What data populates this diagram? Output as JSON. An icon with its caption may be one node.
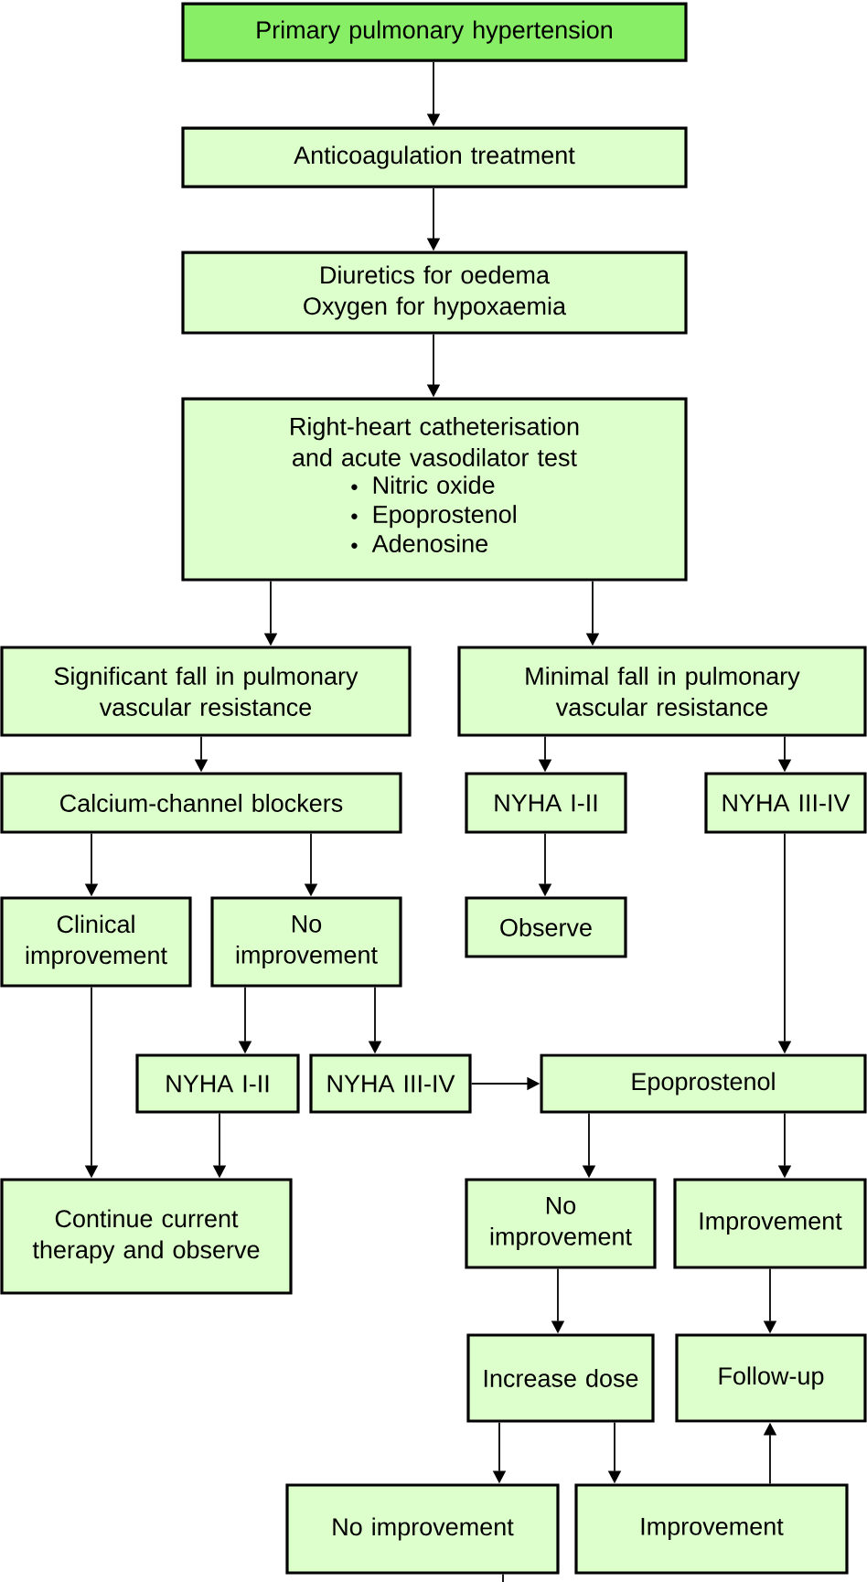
{
  "diagram": {
    "nodes": [
      {
        "text": [
          "Primary pulmonary hypertension"
        ]
      },
      {
        "text": [
          "Anticoagulation treatment"
        ]
      },
      {
        "text": [
          "Diuretics for oedema",
          "Oxygen for hypoxaemia"
        ]
      },
      {
        "text": [
          "Right-heart catheterisation and acute vasodilator test",
          "Nitric oxide",
          "Epoprostenol",
          "Adenosine"
        ]
      },
      {
        "text": [
          "Significant fall in pulmonary vascular resistance"
        ]
      },
      {
        "text": [
          "Minimal fall in pulmonary vascular resistance"
        ]
      },
      {
        "text": [
          "Calcium-channel blockers"
        ]
      },
      {
        "text": [
          "NYHA I-II"
        ]
      },
      {
        "text": [
          "NYHA III-IV"
        ]
      },
      {
        "text": [
          "Clinical improvement"
        ]
      },
      {
        "text": [
          "No improvement"
        ]
      },
      {
        "text": [
          "Observe"
        ]
      },
      {
        "text": [
          "NYHA I-II"
        ]
      },
      {
        "text": [
          "NYHA III-IV"
        ]
      },
      {
        "text": [
          "Epoprostenol"
        ]
      },
      {
        "text": [
          "Continue current therapy and observe"
        ]
      },
      {
        "text": [
          "No improvement"
        ]
      },
      {
        "text": [
          "Improvement"
        ]
      },
      {
        "text": [
          "Increase dose"
        ]
      },
      {
        "text": [
          "Follow-up"
        ]
      },
      {
        "text": [
          "No improvement"
        ]
      },
      {
        "text": [
          "Improvement"
        ]
      }
    ],
    "edges": [
      {
        "from": 0,
        "to": 1,
        "arrow": "to"
      },
      {
        "from": 1,
        "to": 2,
        "arrow": "to"
      },
      {
        "from": 2,
        "to": 3,
        "arrow": "to"
      },
      {
        "from": 3,
        "to": 4,
        "arrow": "to"
      },
      {
        "from": 3,
        "to": 5,
        "arrow": "to"
      },
      {
        "from": 4,
        "to": 6,
        "arrow": "to"
      },
      {
        "from": 5,
        "to": 7,
        "arrow": "to"
      },
      {
        "from": 5,
        "to": 8,
        "arrow": "to"
      },
      {
        "from": 6,
        "to": 9,
        "arrow": "to"
      },
      {
        "from": 6,
        "to": 10,
        "arrow": "to"
      },
      {
        "from": 7,
        "to": 11,
        "arrow": "to"
      },
      {
        "from": 8,
        "to": 14,
        "arrow": "to"
      },
      {
        "from": 10,
        "to": 12,
        "arrow": "to"
      },
      {
        "from": 10,
        "to": 13,
        "arrow": "to"
      },
      {
        "from": 13,
        "to": 14,
        "arrow": "to"
      },
      {
        "from": 9,
        "to": 15,
        "arrow": "to"
      },
      {
        "from": 12,
        "to": 15,
        "arrow": "to"
      },
      {
        "from": 14,
        "to": 16,
        "arrow": "to"
      },
      {
        "from": 14,
        "to": 17,
        "arrow": "to"
      },
      {
        "from": 16,
        "to": 18,
        "arrow": "to"
      },
      {
        "from": 17,
        "to": 19,
        "arrow": "to"
      },
      {
        "from": 18,
        "to": 20,
        "arrow": "to"
      },
      {
        "from": 18,
        "to": 21,
        "arrow": "to"
      },
      {
        "from": 21,
        "to": 19,
        "arrow": "to"
      },
      {
        "from": 20,
        "to": null,
        "arrow": "none"
      }
    ]
  }
}
